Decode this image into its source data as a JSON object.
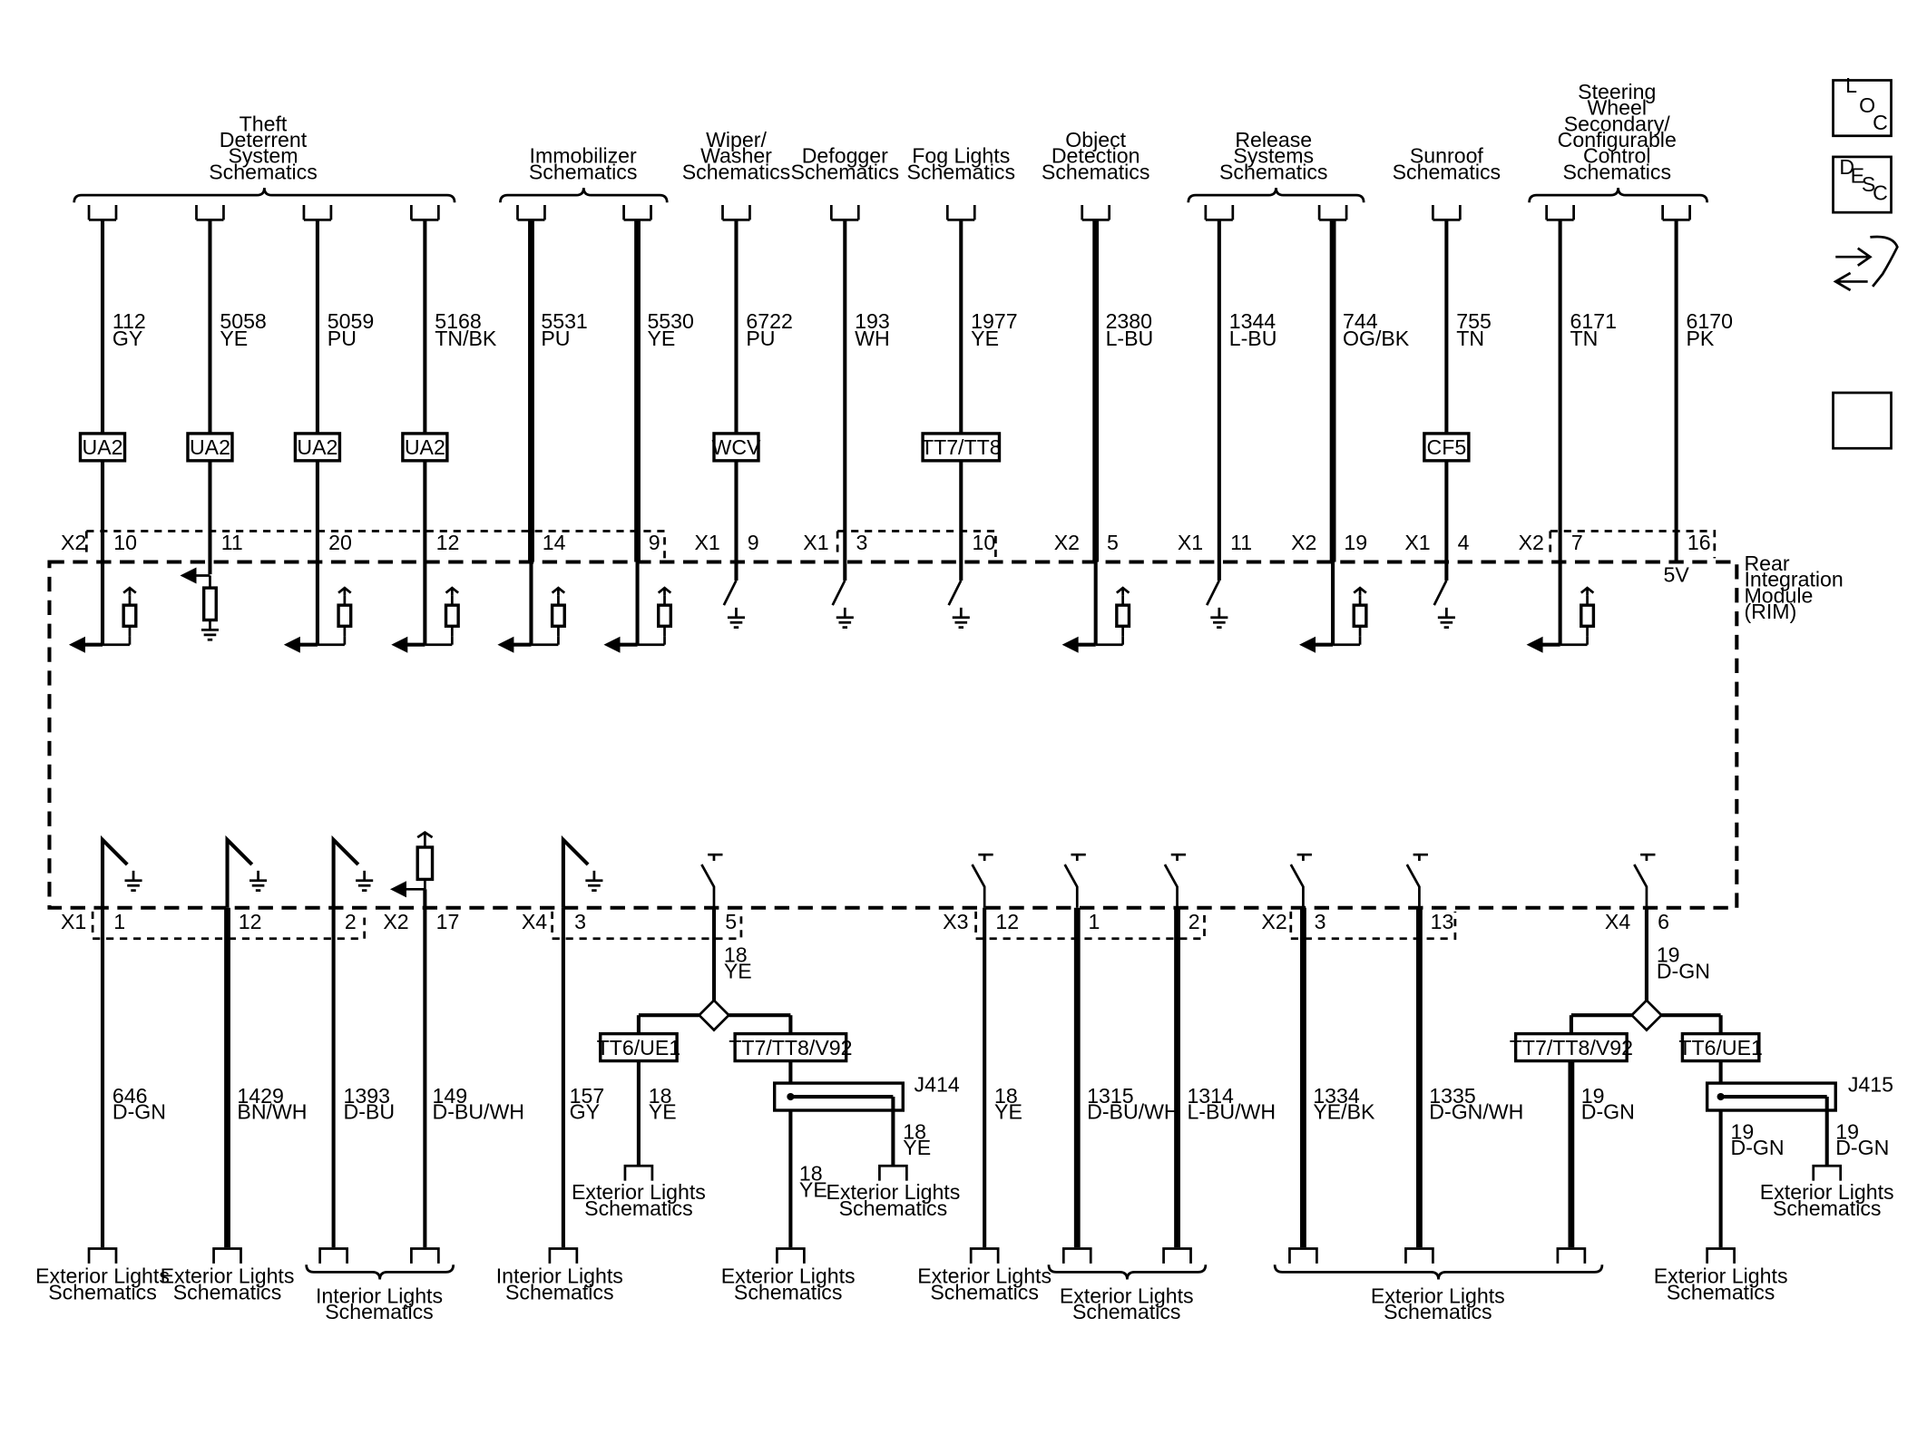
{
  "module": {
    "label_lines": [
      "Rear",
      "Integration",
      "Module",
      "(RIM)"
    ],
    "supply_label": "5V"
  },
  "nav": {
    "loc": [
      "L",
      "O",
      "C"
    ],
    "desc": [
      "D",
      "E",
      "S",
      "C"
    ]
  },
  "top_groups": [
    {
      "lines": [
        "Theft",
        "Deterrent",
        "System",
        "Schematics"
      ]
    },
    {
      "lines": [
        "Immobilizer",
        "Schematics"
      ]
    },
    {
      "lines": [
        "Wiper/",
        "Washer",
        "Schematics"
      ]
    },
    {
      "lines": [
        "Defogger",
        "Schematics"
      ]
    },
    {
      "lines": [
        "Fog Lights",
        "Schematics"
      ]
    },
    {
      "lines": [
        "Object",
        "Detection",
        "Schematics"
      ]
    },
    {
      "lines": [
        "Release",
        "Systems",
        "Schematics"
      ]
    },
    {
      "lines": [
        "Sunroof",
        "Schematics"
      ]
    },
    {
      "lines": [
        "Steering",
        "Wheel",
        "Secondary/",
        "Configurable",
        "Control",
        "Schematics"
      ]
    }
  ],
  "top_circuits": [
    {
      "circuit": "112",
      "color": "GY",
      "option": "UA2",
      "connector": "X2",
      "pin": "10"
    },
    {
      "circuit": "5058",
      "color": "YE",
      "option": "UA2",
      "connector": "",
      "pin": "11"
    },
    {
      "circuit": "5059",
      "color": "PU",
      "option": "UA2",
      "connector": "",
      "pin": "20"
    },
    {
      "circuit": "5168",
      "color": "TN/BK",
      "option": "UA2",
      "connector": "",
      "pin": "12"
    },
    {
      "circuit": "5531",
      "color": "PU",
      "option": "",
      "connector": "",
      "pin": "14"
    },
    {
      "circuit": "5530",
      "color": "YE",
      "option": "",
      "connector": "",
      "pin": "9"
    },
    {
      "circuit": "6722",
      "color": "PU",
      "option": "WCV",
      "connector": "X1",
      "pin": "9"
    },
    {
      "circuit": "193",
      "color": "WH",
      "option": "",
      "connector": "X1",
      "pin": "3"
    },
    {
      "circuit": "1977",
      "color": "YE",
      "option": "TT7/TT8",
      "connector": "",
      "pin": "10"
    },
    {
      "circuit": "2380",
      "color": "L-BU",
      "option": "",
      "connector": "X2",
      "pin": "5"
    },
    {
      "circuit": "1344",
      "color": "L-BU",
      "option": "",
      "connector": "X1",
      "pin": "11"
    },
    {
      "circuit": "744",
      "color": "OG/BK",
      "option": "",
      "connector": "X2",
      "pin": "19"
    },
    {
      "circuit": "755",
      "color": "TN",
      "option": "CF5",
      "connector": "X1",
      "pin": "4"
    },
    {
      "circuit": "6171",
      "color": "TN",
      "option": "",
      "connector": "X2",
      "pin": "7"
    },
    {
      "circuit": "6170",
      "color": "PK",
      "option": "",
      "connector": "",
      "pin": "16"
    }
  ],
  "bottom_pins": [
    {
      "connector": "X1",
      "pin": "1"
    },
    {
      "connector": "",
      "pin": "12"
    },
    {
      "connector": "",
      "pin": "2"
    },
    {
      "connector": "X2",
      "pin": "17"
    },
    {
      "connector": "X4",
      "pin": "3"
    },
    {
      "connector": "",
      "pin": "5"
    },
    {
      "connector": "X3",
      "pin": "12"
    },
    {
      "connector": "",
      "pin": "1"
    },
    {
      "connector": "",
      "pin": "2"
    },
    {
      "connector": "X2",
      "pin": "3"
    },
    {
      "connector": "",
      "pin": "13"
    },
    {
      "connector": "X4",
      "pin": "6"
    }
  ],
  "bottom_circuits": [
    {
      "circuit": "646",
      "color": "D-GN"
    },
    {
      "circuit": "1429",
      "color": "BN/WH"
    },
    {
      "circuit": "1393",
      "color": "D-BU"
    },
    {
      "circuit": "149",
      "color": "D-BU/WH"
    },
    {
      "circuit": "157",
      "color": "GY"
    },
    {
      "circuit": "18",
      "color": "YE"
    },
    {
      "circuit": "1315",
      "color": "D-BU/WH"
    },
    {
      "circuit": "1314",
      "color": "L-BU/WH"
    },
    {
      "circuit": "1334",
      "color": "YE/BK"
    },
    {
      "circuit": "1335",
      "color": "D-GN/WH"
    }
  ],
  "split_left": {
    "trunk": {
      "circuit": "18",
      "color": "YE"
    },
    "options": [
      "TT6/UE1",
      "TT7/TT8/V92"
    ],
    "branch_a": {
      "circuit": "18",
      "color": "YE"
    },
    "branch_b": {
      "circuit": "18",
      "color": "YE"
    },
    "branch_c": {
      "circuit": "18",
      "color": "YE"
    },
    "splice": "J414"
  },
  "split_right": {
    "trunk": {
      "circuit": "19",
      "color": "D-GN"
    },
    "options": [
      "TT7/TT8/V92",
      "TT6/UE1"
    ],
    "branch_a": {
      "circuit": "19",
      "color": "D-GN"
    },
    "branch_b": {
      "circuit": "19",
      "color": "D-GN"
    },
    "branch_c": {
      "circuit": "19",
      "color": "D-GN"
    },
    "splice": "J415"
  },
  "bottom_groups": [
    {
      "lines": [
        "Exterior Lights",
        "Schematics"
      ]
    },
    {
      "lines": [
        "Exterior Lights",
        "Schematics"
      ]
    },
    {
      "lines": [
        "Interior Lights",
        "Schematics"
      ]
    },
    {
      "lines": [
        "Interior Lights",
        "Schematics"
      ]
    },
    {
      "lines": [
        "Exterior Lights",
        "Schematics"
      ]
    },
    {
      "lines": [
        "Exterior Lights",
        "Schematics"
      ]
    },
    {
      "lines": [
        "Exterior Lights",
        "Schematics"
      ]
    },
    {
      "lines": [
        "Exterior Lights",
        "Schematics"
      ]
    },
    {
      "lines": [
        "Exterior Lights",
        "Schematics"
      ]
    },
    {
      "lines": [
        "Exterior Lights",
        "Schematics"
      ]
    },
    {
      "lines": [
        "Exterior Lights",
        "Schematics"
      ]
    },
    {
      "lines": [
        "Exterior Lights",
        "Schematics"
      ]
    }
  ]
}
